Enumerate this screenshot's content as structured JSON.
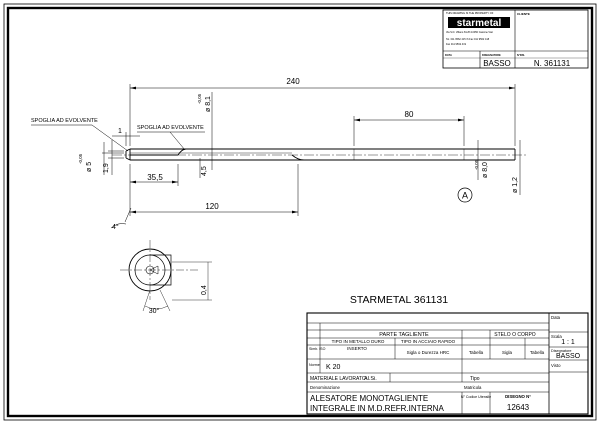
{
  "header": {
    "notice": "THIS DRAWING IS THE PROPERTY OF",
    "logo_text": "starmetal",
    "address_lines": [
      "Via S.D. Villano 81-83   10050 Cassine Vial.",
      "Tel. 011 9562 415 /6  Fax 011 9562 418",
      "Fax 011 9562 419"
    ],
    "labels": {
      "cliente": "CLIENTE",
      "data": "DATA",
      "designatore": "DISEGNATORE",
      "nr": "N°DIS."
    },
    "designer": "BASSO",
    "drawing_number": "N.  361131"
  },
  "dimensions": {
    "total_length": "240",
    "length_80": "80",
    "length_120": "120",
    "length_35_5": "35,5",
    "length_1": "1",
    "dia_5": "ø 5",
    "dia_5_tol": "-0,05",
    "height_1_9": "1,9",
    "dia_8_1": "ø 8,1",
    "dia_8_1_tol": "-0,05",
    "dia_4_5": "4,5",
    "dia_8": "ø 8,0",
    "dia_8_tol": "-0,05",
    "dia_1_2": "ø 1,2",
    "angle_4": "4°",
    "angle_30": "30°",
    "offset_0_4": "0,4"
  },
  "labels": {
    "spoglia_left": "SPOGLIA AD EVOLVENTE",
    "spoglia_right": "SPOGLIA AD EVOLVENTE",
    "detail": "A",
    "part_name": "STARMETAL   361131"
  },
  "title_block": {
    "parte_tagliente": "PARTE TAGLIENTE",
    "stelo_corpo": "STELO O CORPO",
    "tipo_metallo_duro": "TIPO IN METALLO DURO",
    "tipo_acciaio_rapido": "TIPO IN ACCIAIO RAPIDO",
    "simb_iso": "Simb. ISO",
    "inserto": "INSERTO",
    "sigla_durezza": "Sigla o Durezza HRC",
    "tabella": "Tabella",
    "sigla": "Sigla",
    "tabella2": "Tabella",
    "norme": "Norme",
    "material_code": "K 20",
    "materiale_lavorato": "MATERIALE LAVORATO:",
    "materiale_value": "Al.Si.",
    "tipo": "Tipo",
    "denominazione": "Denominazione",
    "matricola": "Matricola",
    "description_1": "ALESATORE MONOTAGLIENTE",
    "description_2": "INTEGRALE IN M.D.REFR.INTERNA",
    "n_codice": "N° Codice Utensile",
    "disegno_label": "DISEGNO N°",
    "disegno_number": "12643",
    "data": "Data",
    "scala_label": "Scala",
    "scala_value": "1 : 1",
    "disegnatore_label": "Disegnatore",
    "disegnatore_value": "BASSO",
    "visto": "Visto"
  }
}
